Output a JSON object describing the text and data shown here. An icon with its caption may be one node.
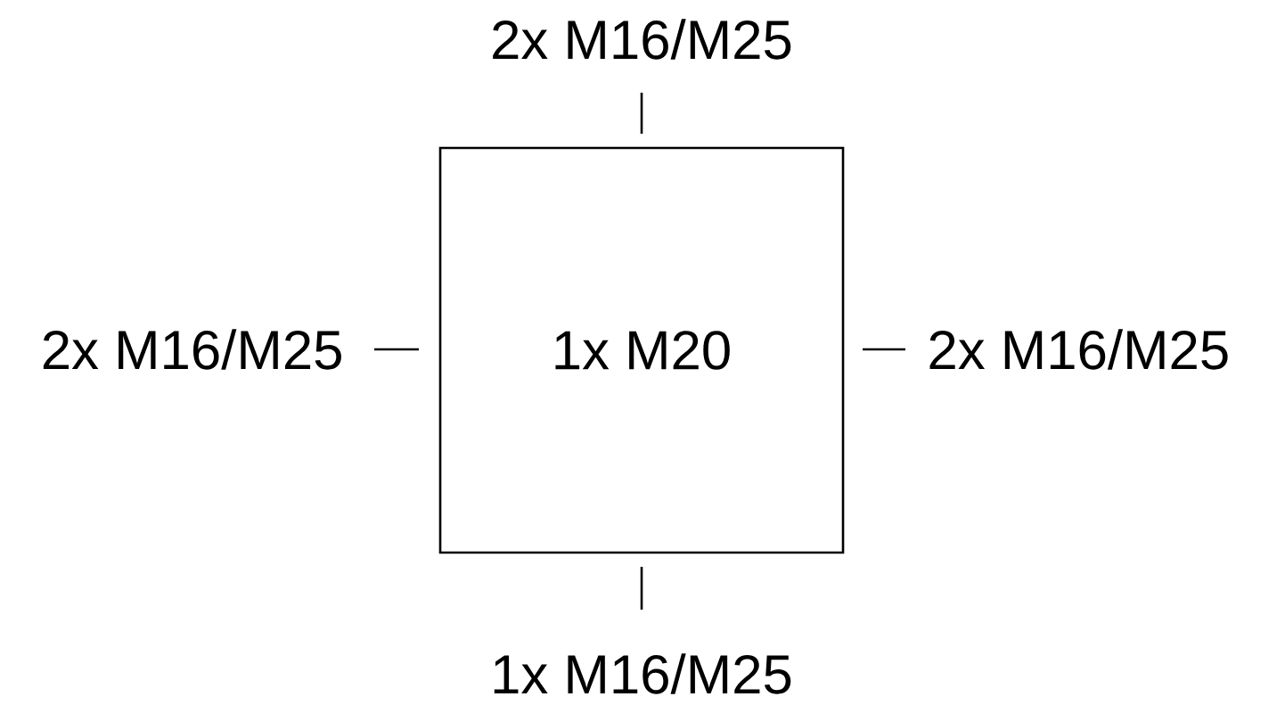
{
  "diagram": {
    "nodes": [
      {
        "text": [
          "1x M20"
        ]
      }
    ],
    "labels": [
      "2x M16/M25",
      "2x M16/M25",
      "2x M16/M25",
      "1x M16/M25"
    ]
  }
}
